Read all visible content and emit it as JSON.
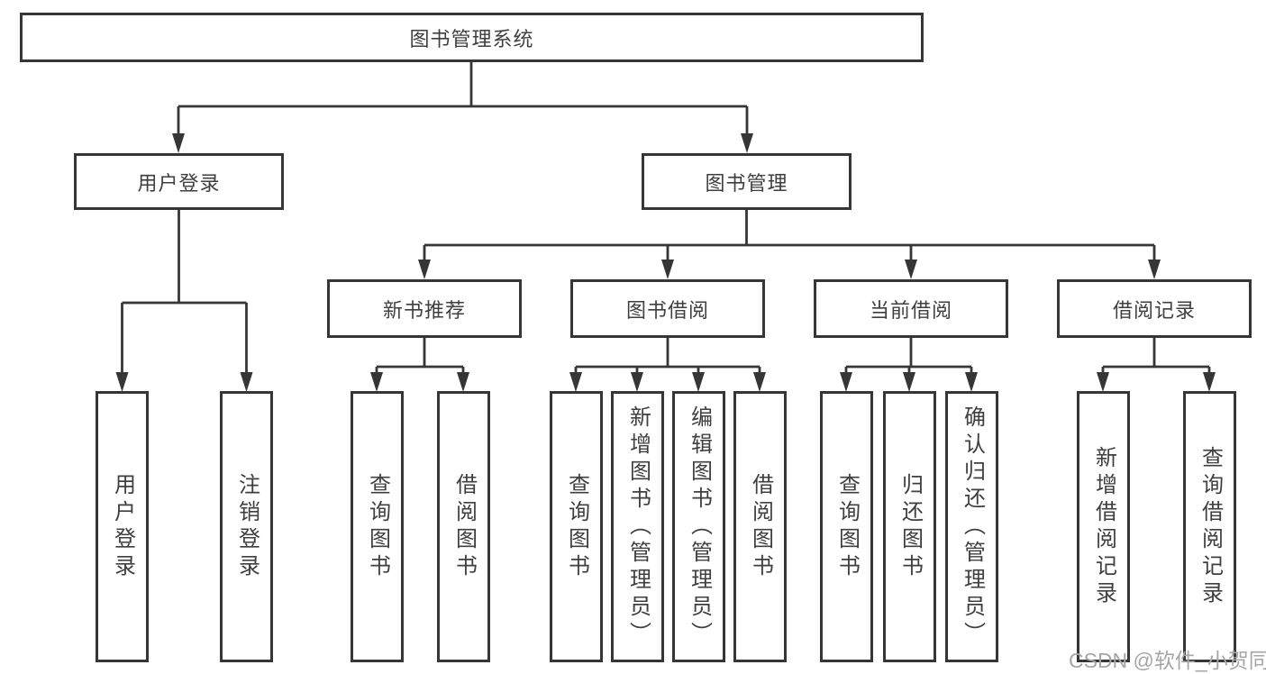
{
  "diagram": {
    "nodes": {
      "root": "图书管理系统",
      "user_login": "用户登录",
      "book_mgmt": "图书管理",
      "new_books": "新书推荐",
      "book_borrow": "图书借阅",
      "current_borrow": "当前借阅",
      "borrow_records": "借阅记录"
    },
    "leaves": {
      "user_login": [
        "用户登录",
        "注销登录"
      ],
      "new_books": [
        "查询图书",
        "借阅图书"
      ],
      "book_borrow": [
        "查询图书",
        "新增图书（管理员）",
        "编辑图书（管理员）",
        "借阅图书"
      ],
      "current_borrow": [
        "查询图书",
        "归还图书",
        "确认归还（管理员）"
      ],
      "borrow_records": [
        "新增借阅记录",
        "查询借阅记录"
      ]
    }
  },
  "colors": {
    "line": "#363636",
    "box_border": "#363636",
    "text": "#3f3f3f",
    "watermark": "#a6a6a6",
    "background": "#ffffff"
  },
  "watermark": "CSDN @软件_小贺同学"
}
